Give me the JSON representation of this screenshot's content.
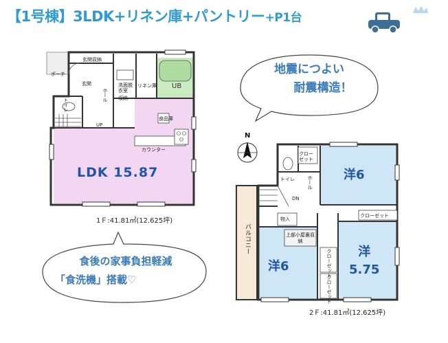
{
  "title": {
    "main": "【1号棟】3LDK+リネン庫+パントリー",
    "suffix": "+P1台"
  },
  "bubbles": {
    "top_line1": "地震につよい",
    "top_line2": "耐震構造！",
    "bottom_line1": "食後の家事負担軽減",
    "bottom_line2": "「食洗機」搭載♡"
  },
  "floor1": {
    "ldk": "LDK 15.87",
    "area": "1Ｆ:41.81㎡(12.625坪)",
    "labels": {
      "porch": "ポーチ",
      "entrance": "玄関",
      "entrance_storage": "玄関収納",
      "hall": "ホール",
      "toilet": "トイレ",
      "washroom": "洗面脱衣室",
      "ub": "UB",
      "linen": "リネン庫",
      "storage": "収納",
      "pantry": "食品庫",
      "counter": "カウンター",
      "up": "UP"
    }
  },
  "floor2": {
    "room_a": "洋6",
    "room_b": "洋6",
    "room_c_name": "洋",
    "room_c_size": "5.75",
    "area": "2Ｆ:41.81㎡(12.625坪)",
    "labels": {
      "closet1": "クローゼット",
      "closet2": "クローゼット",
      "closet3": "クローゼット",
      "closet4": "クローゼット",
      "toilet": "トイレ",
      "hall": "ホール",
      "storage": "物入",
      "attic": "上部小屋裏収納",
      "balcony": "バルコニー",
      "dn": "DN",
      "north": "N"
    }
  },
  "colors": {
    "title": "#2f9bd0",
    "room_text": "#1e55a6",
    "ldk_fill": "#f2d6f2",
    "bedroom_fill": "#cfe6f7",
    "bath_fill": "#c9e9bf",
    "balcony_fill": "#f7e9d7",
    "car": "#3d6f95"
  }
}
